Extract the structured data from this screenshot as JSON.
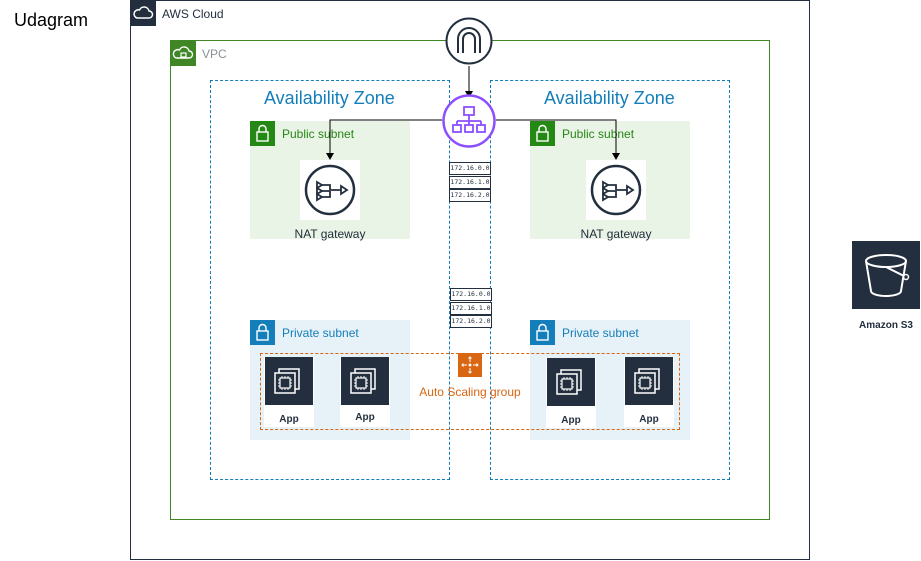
{
  "diagram_title": "Udagram",
  "aws_cloud": {
    "label": "AWS Cloud"
  },
  "vpc": {
    "label": "VPC"
  },
  "availability_zones": [
    {
      "label": "Availability Zone",
      "public_subnet": {
        "label": "Public subnet",
        "nat_label": "NAT gateway"
      },
      "private_subnet": {
        "label": "Private subnet",
        "apps": [
          "App",
          "App"
        ]
      }
    },
    {
      "label": "Availability Zone",
      "public_subnet": {
        "label": "Public subnet",
        "nat_label": "NAT gateway"
      },
      "private_subnet": {
        "label": "Private subnet",
        "apps": [
          "App",
          "App"
        ]
      }
    }
  ],
  "route_tables": {
    "public": [
      "172.16.0.0",
      "172.16.1.0",
      "172.16.2.0"
    ],
    "private": [
      "172.16.0.0",
      "172.16.1.0",
      "172.16.2.0"
    ]
  },
  "auto_scaling_group": {
    "label": "Auto Scaling group"
  },
  "s3": {
    "label": "Amazon S3"
  },
  "colors": {
    "aws_cloud": "#232f3e",
    "vpc": "#3f8624",
    "availability_zone": "#147eba",
    "public_subnet": "#248814",
    "private_subnet": "#147eba",
    "auto_scaling": "#d86613",
    "load_balancer": "#8c4fff"
  },
  "icons": {
    "gateway": "internet-gateway-icon",
    "load_balancer": "load-balancer-icon",
    "nat": "nat-gateway-icon",
    "ec2": "ec2-instance-icon",
    "s3": "s3-bucket-icon"
  }
}
